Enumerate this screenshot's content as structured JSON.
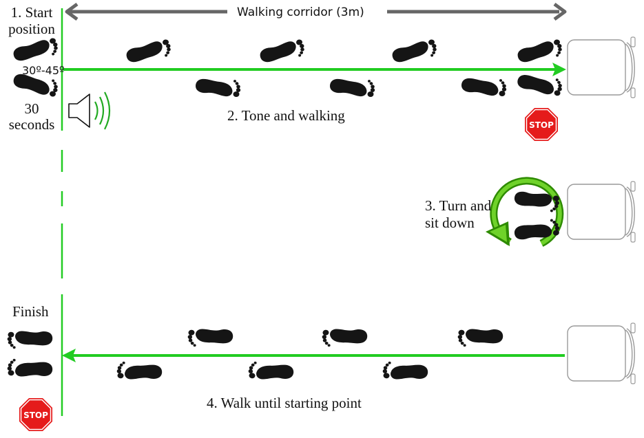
{
  "corridor": {
    "label": "Walking corridor (3m)"
  },
  "steps": {
    "start_line1": "1. Start",
    "start_line2": "position",
    "angle": "30º-45º",
    "wait_line1": "30",
    "wait_line2": "seconds",
    "tone_walking": "2. Tone and walking",
    "turn_line1": "3. Turn and",
    "turn_line2": "sit down",
    "finish": "Finish",
    "walk_back": "4. Walk until starting point"
  },
  "stop_signs": {
    "text": "STOP"
  },
  "icons": {
    "footprint": "footprint-icon",
    "speaker": "speaker-icon",
    "chair": "chair-icon",
    "stop": "stop-sign-icon",
    "turn": "circular-arrow-icon"
  },
  "colors": {
    "green": "#22cc22",
    "dark_green": "#2e8b00",
    "arrow_gray": "#666666",
    "stop_red": "#e51b1b",
    "foot": "#151515"
  }
}
